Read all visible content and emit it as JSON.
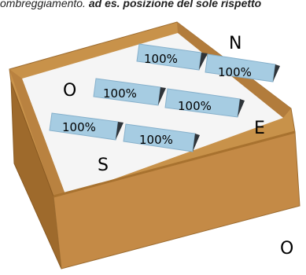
{
  "caption": {
    "lead": "ombreggiamento.",
    "bold": " ad es. posizione del sole rispetto"
  },
  "labels": {
    "north": "N",
    "west": "O",
    "east": "E",
    "south": "S",
    "west_side": "O"
  },
  "panels": [
    {
      "value": "100%"
    },
    {
      "value": "100%"
    },
    {
      "value": "100%"
    },
    {
      "value": "100%"
    },
    {
      "value": "100%"
    },
    {
      "value": "100%"
    }
  ],
  "colors": {
    "wood": "#c8924a",
    "wood_dark": "#a8722f",
    "paper": "#f4f4f4",
    "panel": "#a6cce2",
    "panel_edge": "#6f98b3",
    "shadow": "#333333"
  }
}
